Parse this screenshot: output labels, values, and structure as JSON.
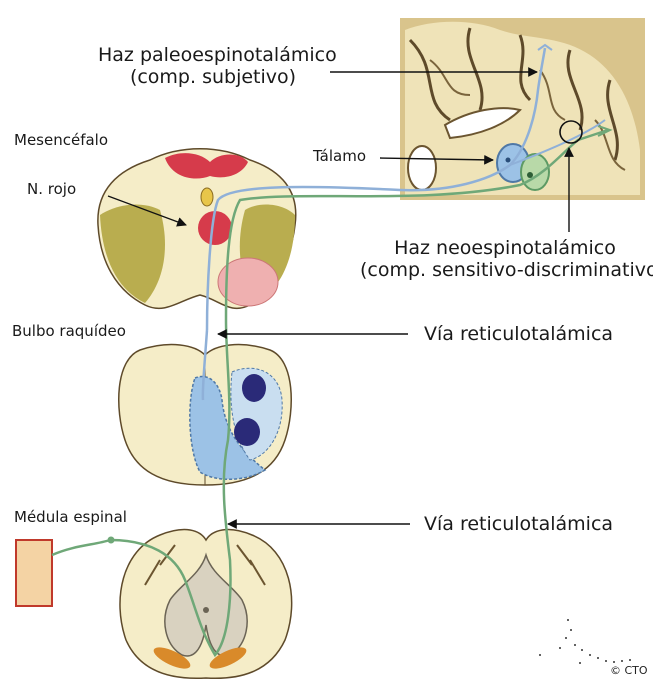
{
  "labels": {
    "paleo_line1": "Haz paleoespinotalámico",
    "paleo_line2": "(comp. subjetivo)",
    "mesencefalo": "Mesencéfalo",
    "n_rojo": "N. rojo",
    "talamo": "Tálamo",
    "neo_line1": "Haz neoespinotalámico",
    "neo_line2": "(comp. sensitivo-discriminativo)",
    "bulbo": "Bulbo raquídeo",
    "via_reticulo_1": "Vía reticulotalámica",
    "medula": "Médula espinal",
    "via_reticulo_2": "Vía reticulotalámica",
    "copyright": "© CTO"
  },
  "colors": {
    "paleo_pathway": "#8fb0d8",
    "neo_pathway": "#6fa878",
    "olive_tissue": "#b9ad4f",
    "red_nucleus": "#d63b4b",
    "brain_tissue": "#f2e7bd",
    "dark_nucleus": "#2a2a78",
    "receptor_box": "#f4d3a4"
  }
}
